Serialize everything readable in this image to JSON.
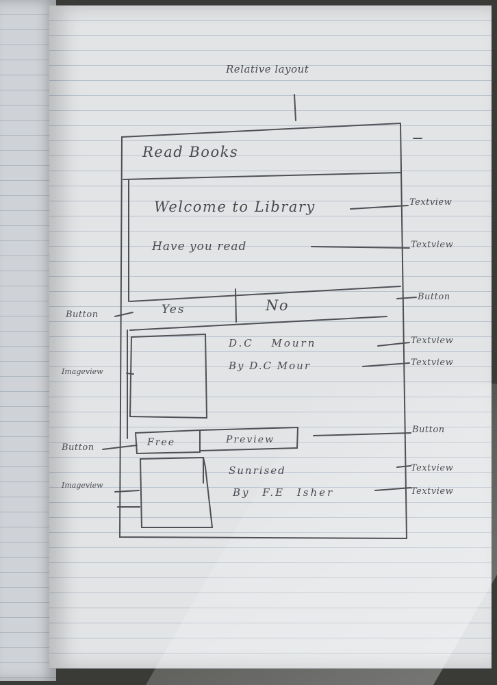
{
  "sketch": {
    "root_label": "Relative layout",
    "header_text": "Read Books",
    "welcome_text": "Welcome to Library",
    "question_text": "Have you read",
    "yes_button": "Yes",
    "no_button": "No",
    "book1_title": "D.C Mourn",
    "book1_author": "By D.C Mour",
    "free_button": "Free",
    "preview_button": "Preview",
    "book2_title": "Sunrised",
    "book2_author": "By F.E Isher",
    "annotations": {
      "textview_1": "Textview",
      "textview_2": "Textview",
      "button_right_1": "Button",
      "button_left_1": "Button",
      "imageview_1": "Imageview",
      "textview_3": "Textview",
      "textview_4": "Textview",
      "button_right_2": "Button",
      "button_left_2": "Button",
      "textview_5": "Textview",
      "imageview_2": "Imageview",
      "textview_6": "Textview"
    }
  },
  "colors": {
    "ink": "#4a4a50",
    "paper": "#e2e4e6",
    "rule": "#b9c2cc"
  }
}
